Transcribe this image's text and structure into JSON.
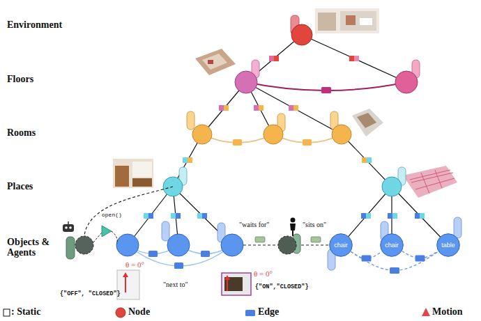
{
  "diagram": {
    "nodes": [
      {
        "text": [
          "chair"
        ]
      },
      {
        "text": [
          "chair"
        ]
      },
      {
        "text": [
          "table"
        ]
      }
    ],
    "edges": [
      {
        "from": 0,
        "to": 1,
        "arrow": "none"
      },
      {
        "from": 1,
        "to": 2,
        "arrow": "none"
      },
      {
        "from": 0,
        "to": 2,
        "arrow": "none"
      }
    ],
    "labels": [
      "Environment",
      "Floors",
      "Rooms",
      "Places",
      "Objects & Agents",
      "open()",
      "\"waits for\"",
      "\"sits on\"",
      "θ = 0°",
      "{\"OFF\", \"CLOSED\"}",
      "\"next to\"",
      "θ = 0°",
      "{\"ON\",\"CLOSED\"}"
    ],
    "legend": [
      {
        "text": ": Static"
      },
      {
        "text": "Node"
      },
      {
        "text": "Edge"
      },
      {
        "text": "Motion"
      }
    ]
  }
}
